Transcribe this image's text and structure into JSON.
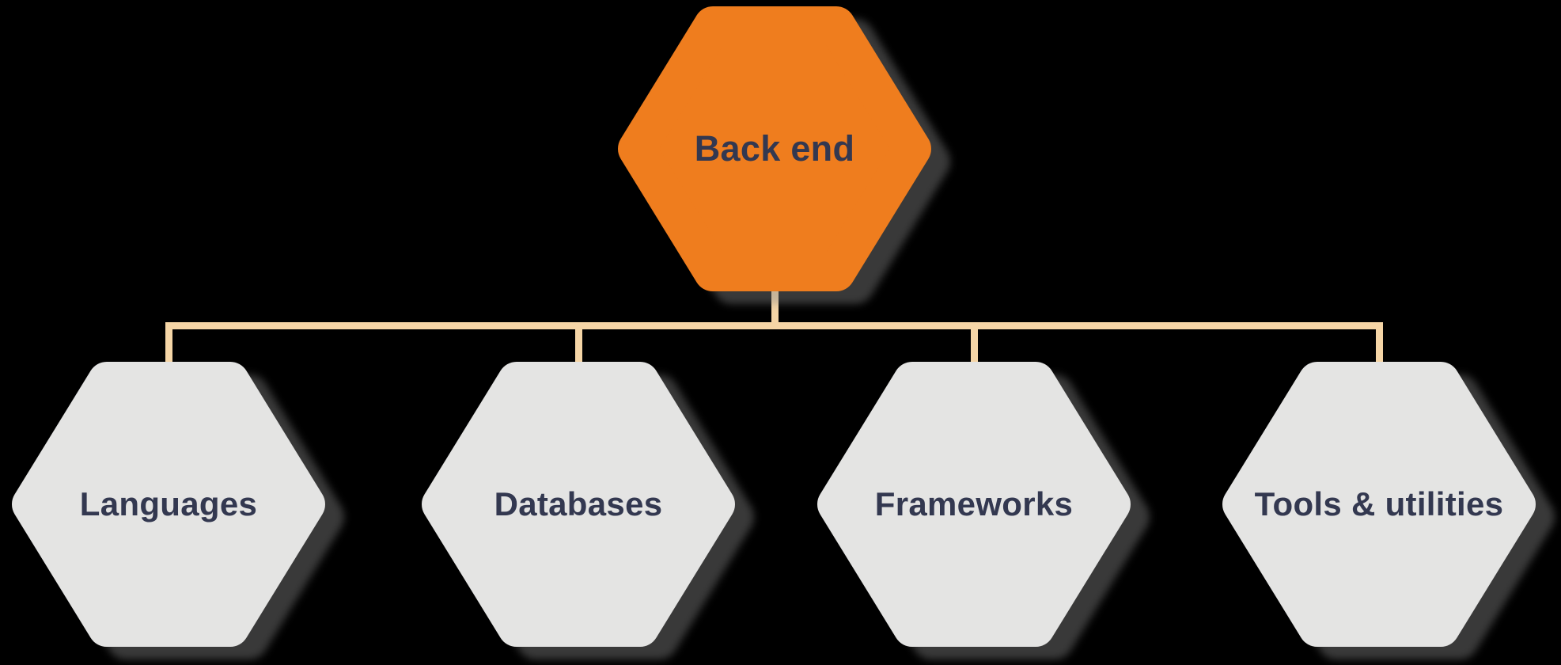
{
  "colors": {
    "background": "#000000",
    "accent-orange": "#EF7D1E",
    "node-gray": "#E4E4E3",
    "connector": "#F5D5A6",
    "ink": "#333850"
  },
  "root_node": {
    "label": "Back end"
  },
  "child_nodes": [
    {
      "label": "Languages"
    },
    {
      "label": "Databases"
    },
    {
      "label": "Frameworks"
    },
    {
      "label": "Tools & utilities"
    }
  ]
}
